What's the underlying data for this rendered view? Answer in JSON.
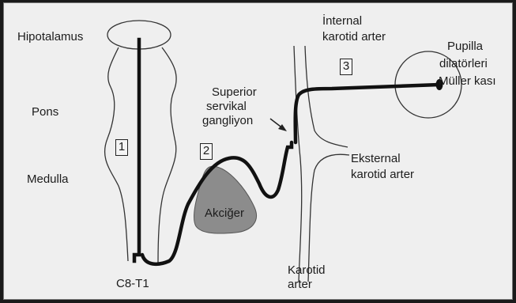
{
  "labels": {
    "hypothalamus": "Hipotalamus",
    "pons": "Pons",
    "medulla": "Medulla",
    "c8t1": "C8-T1",
    "superior_line1": "Superior",
    "superior_line2": "servikal",
    "superior_line3": "gangliyon",
    "lung": "Akciğer",
    "internal_line1": "İnternal",
    "internal_line2": "karotid arter",
    "external_line1": "Eksternal",
    "external_line2": "karotid arter",
    "carotid_line1": "Karotid",
    "carotid_line2": "arter",
    "pupil_line1": "Pupilla",
    "pupil_line2": "dilatörleri",
    "pupil_line3": "Müller kası"
  },
  "neuron_numbers": [
    "1",
    "2",
    "3"
  ],
  "colors": {
    "background": "#efefef",
    "lung_fill": "#8c8c8c",
    "pathway": "#111111"
  }
}
